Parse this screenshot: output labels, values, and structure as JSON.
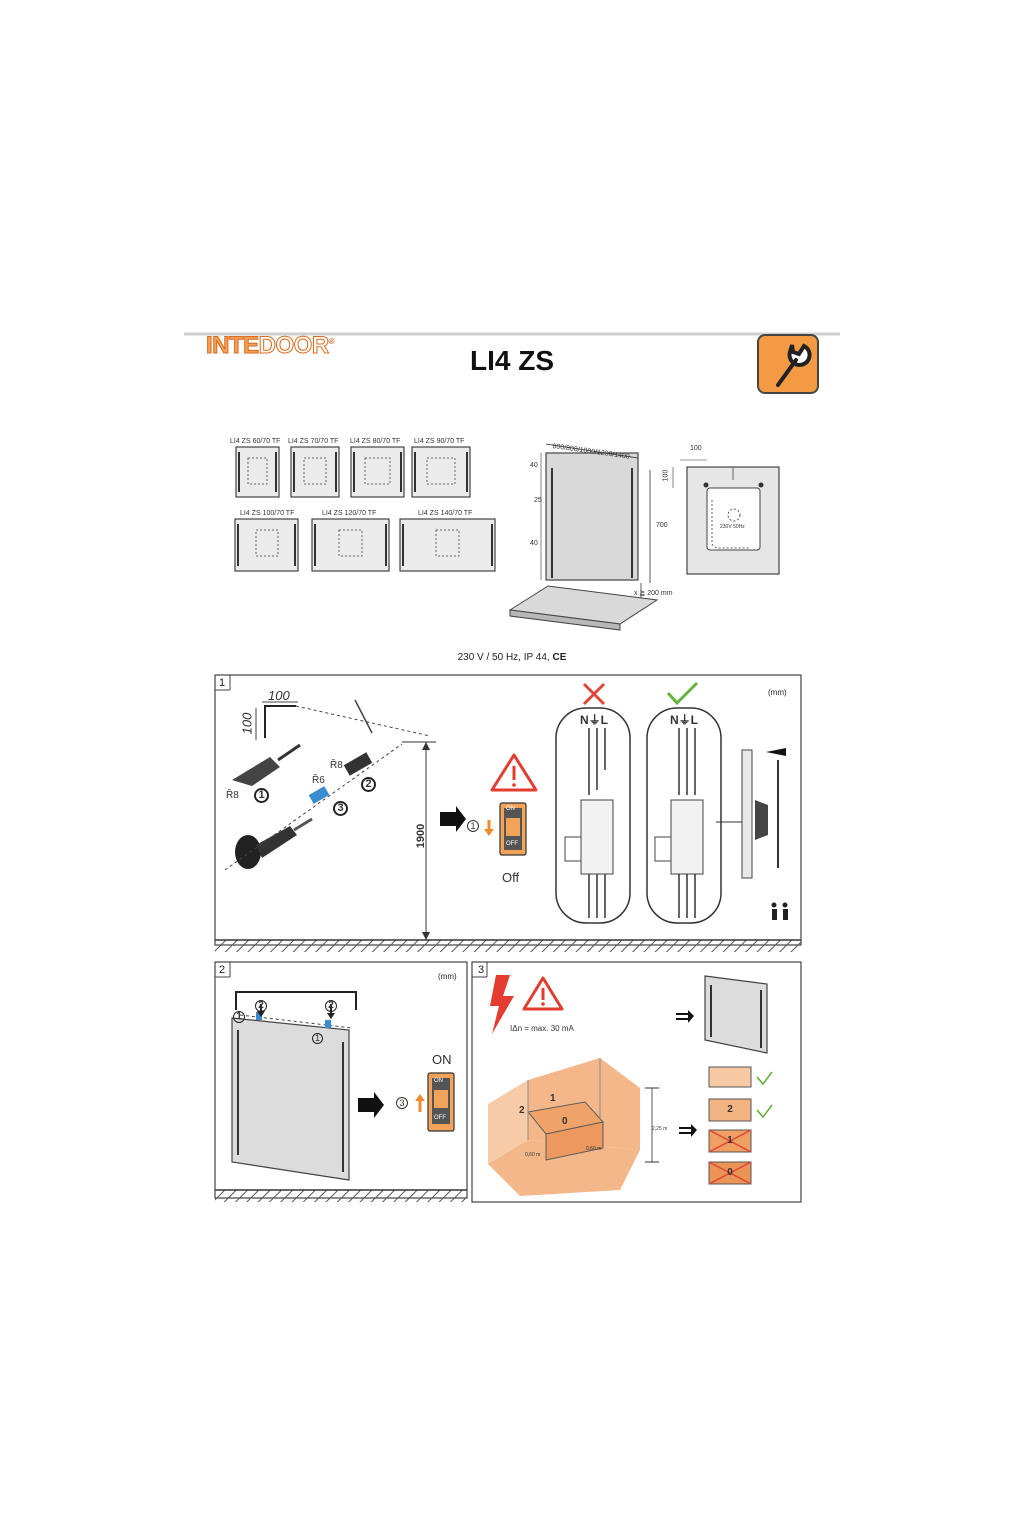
{
  "header": {
    "brand_part1": "INTE",
    "brand_part2": "DOOR",
    "brand_mark": "®",
    "title": "LI4 ZS",
    "tool_icon": "wrench-icon"
  },
  "models": {
    "row1": [
      "LI4 ZS 60/70 TF",
      "LI4 ZS 70/70 TF",
      "LI4 ZS 80/70 TF",
      "LI4 ZS 90/70 TF"
    ],
    "row2": [
      "LI4 ZS 100/70 TF",
      "LI4 ZS 120/70 TF",
      "LI4 ZS 140/70 TF"
    ]
  },
  "dimensions": {
    "widths": "600/800/1000/1200/1400",
    "top_offset": "40",
    "strip_width": "25",
    "bottom_offset": "40",
    "height": "700",
    "min_gap": "x ≧ 200 mm",
    "hole_h": "100",
    "hole_v": "100",
    "box_label": "230V 50Hz"
  },
  "spec": "230 V / 50 Hz, IP 44,",
  "ce_mark": "CE",
  "step1": {
    "number": "1",
    "unit": "(mm)",
    "dim_h": "100",
    "dim_v": "100",
    "drill": "Ř8",
    "dowel": "Ř8",
    "screw": "Ř6",
    "c1": "1",
    "c2": "2",
    "c3": "3",
    "height": "1900",
    "switch_step": "1",
    "switch_on": "ON",
    "switch_off_text": "OFF",
    "off": "Off",
    "wiring": "N⏚L",
    "wrong_icon": "cross-icon",
    "right_icon": "check-icon"
  },
  "step2": {
    "number": "2",
    "unit": "(mm)",
    "c1": "1",
    "c2": "2",
    "switch_step": "3",
    "on": "ON",
    "switch_on_text": "ON",
    "switch_off_text": "OFF"
  },
  "step3": {
    "number": "3",
    "rcd": "IΔn = max. 30 mA",
    "zone_1": "1",
    "zone_2": "2",
    "zone_0": "0",
    "h_zone": "2,25 m",
    "d1": "0,60 m",
    "d2": "0,60 m",
    "zones": [
      {
        "label": "",
        "allowed": true
      },
      {
        "label": "2",
        "allowed": true
      },
      {
        "label": "1",
        "allowed": false
      },
      {
        "label": "0",
        "allowed": false
      }
    ]
  }
}
